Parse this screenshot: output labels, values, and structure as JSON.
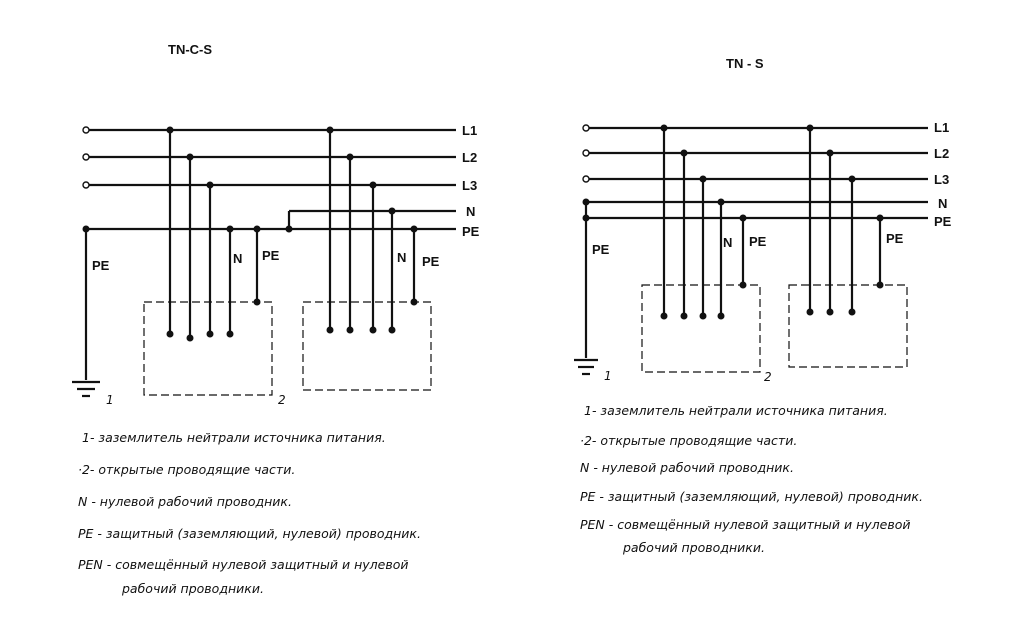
{
  "left": {
    "title": "TN-C-S",
    "labels": {
      "L1": "L1",
      "L2": "L2",
      "L3": "L3",
      "N": "N",
      "PE": "PE",
      "pe_ground": "PE",
      "n_load1": "N",
      "pe_load1": "PE",
      "n_load2": "N",
      "pe_load2": "PE",
      "num1": "1",
      "num2": "2"
    },
    "legend": [
      "1- заземлитель нейтрали источника питания.",
      "·2- открытые проводящие части.",
      "N - нулевой рабочий проводник.",
      "PE - защитный (заземляющий, нулевой) проводник.",
      "PEN - совмещённый нулевой защитный и нулевой",
      "рабочий проводники."
    ]
  },
  "right": {
    "title": "TN - S",
    "labels": {
      "L1": "L1",
      "L2": "L2",
      "L3": "L3",
      "N": "N",
      "PE": "PE",
      "pe_ground": "PE",
      "n_load1": "N",
      "pe_load1": "PE",
      "pe_load2": "PE",
      "num1": "1",
      "num2": "2"
    },
    "legend": [
      "1- заземлитель нейтрали источника питания.",
      "·2- открытые проводящие части.",
      "N - нулевой рабочий проводник.",
      "PE - защитный (заземляющий, нулевой) проводник.",
      "PEN - совмещённый нулевой защитный и нулевой",
      "рабочий проводники."
    ]
  }
}
